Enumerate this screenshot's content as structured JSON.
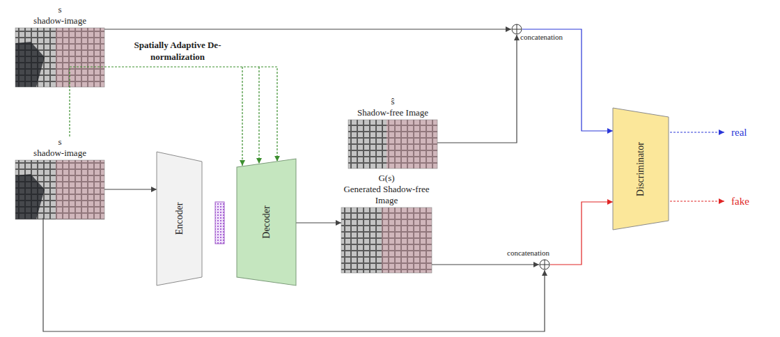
{
  "diagram": {
    "nodes": [
      {
        "text": [
          "s",
          "shadow-image"
        ]
      },
      {
        "text": [
          "concatenation"
        ]
      },
      {
        "text": [
          "ŝ",
          "Shadow-free Image"
        ]
      },
      {
        "text": [
          "s",
          "shadow-image"
        ]
      },
      {
        "text": [
          "Encoder"
        ]
      },
      {
        "text": [
          "Decoder"
        ]
      },
      {
        "text": [
          "G(s)",
          "Generated Shadow-free Image"
        ]
      },
      {
        "text": [
          "concatenation"
        ]
      },
      {
        "text": [
          "Discriminator"
        ]
      }
    ],
    "edges": [
      {
        "from": 0,
        "to": 1,
        "arrow": "to"
      },
      {
        "from": 2,
        "to": 1,
        "arrow": "to"
      },
      {
        "from": 1,
        "to": 8,
        "arrow": "to"
      },
      {
        "from": 3,
        "to": 4,
        "arrow": "to"
      },
      {
        "from": 5,
        "to": 6,
        "arrow": "to"
      },
      {
        "from": 6,
        "to": 7,
        "arrow": "to"
      },
      {
        "from": 7,
        "to": 8,
        "arrow": "to"
      },
      {
        "from": 3,
        "to": 5,
        "label": "Spatially Adaptive De-normalization",
        "arrow": "to"
      },
      {
        "from": 3,
        "to": 7,
        "arrow": "to"
      }
    ],
    "labels": [
      "real",
      "fake"
    ]
  }
}
